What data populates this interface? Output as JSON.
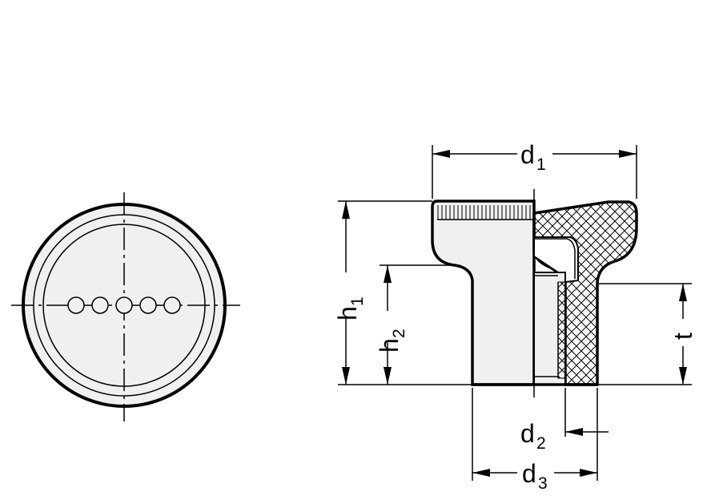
{
  "labels": {
    "d1": {
      "main": "d",
      "sub": "1"
    },
    "d2": {
      "main": "d",
      "sub": "2"
    },
    "d3": {
      "main": "d",
      "sub": "3"
    },
    "h1": {
      "main": "h",
      "sub": "1"
    },
    "h2": {
      "main": "h",
      "sub": "2"
    },
    "t": {
      "main": "t"
    }
  },
  "front_view": {
    "hole_count": 5
  },
  "colors": {
    "line": "#000000",
    "fill": "#f0f0f0",
    "background": "#ffffff"
  }
}
